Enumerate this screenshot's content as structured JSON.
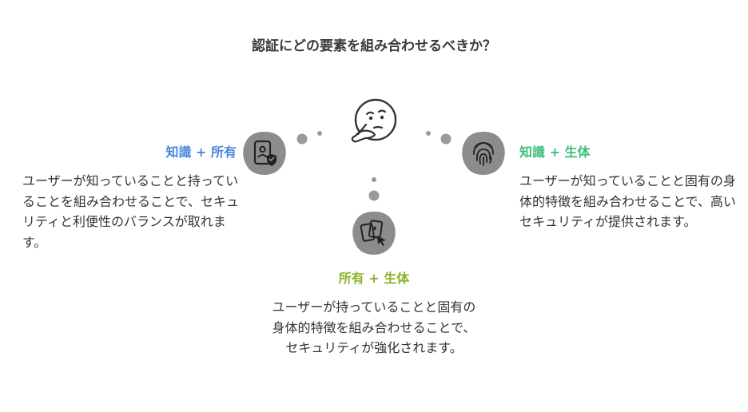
{
  "title": "認証にどの要素を組み合わせるべきか？",
  "colors": {
    "blue": "#4a86e0",
    "green": "#3cbf7a",
    "olive": "#8ab42a",
    "blob": "#8c8c8c",
    "dot": "#9a9a9a"
  },
  "options": {
    "left": {
      "title": "知識 + 所有",
      "description": "ユーザーが知っていることと持っていることを組み合わせることで、セキュリティと利便性のバランスが取れます。",
      "icon": "id-card-check-icon"
    },
    "right": {
      "title": "知識 + 生体",
      "description": "ユーザーが知っていることと固有の身体的特徴を組み合わせることで、高いセキュリティが提供されます。",
      "icon": "fingerprint-icon"
    },
    "bottom": {
      "title": "所有 + 生体",
      "description": "ユーザーが持っていることと固有の身体的特徴を組み合わせることで、セキュリティが強化されます。",
      "icon": "cards-pointer-icon"
    }
  },
  "center_icon": "thinking-face-icon"
}
